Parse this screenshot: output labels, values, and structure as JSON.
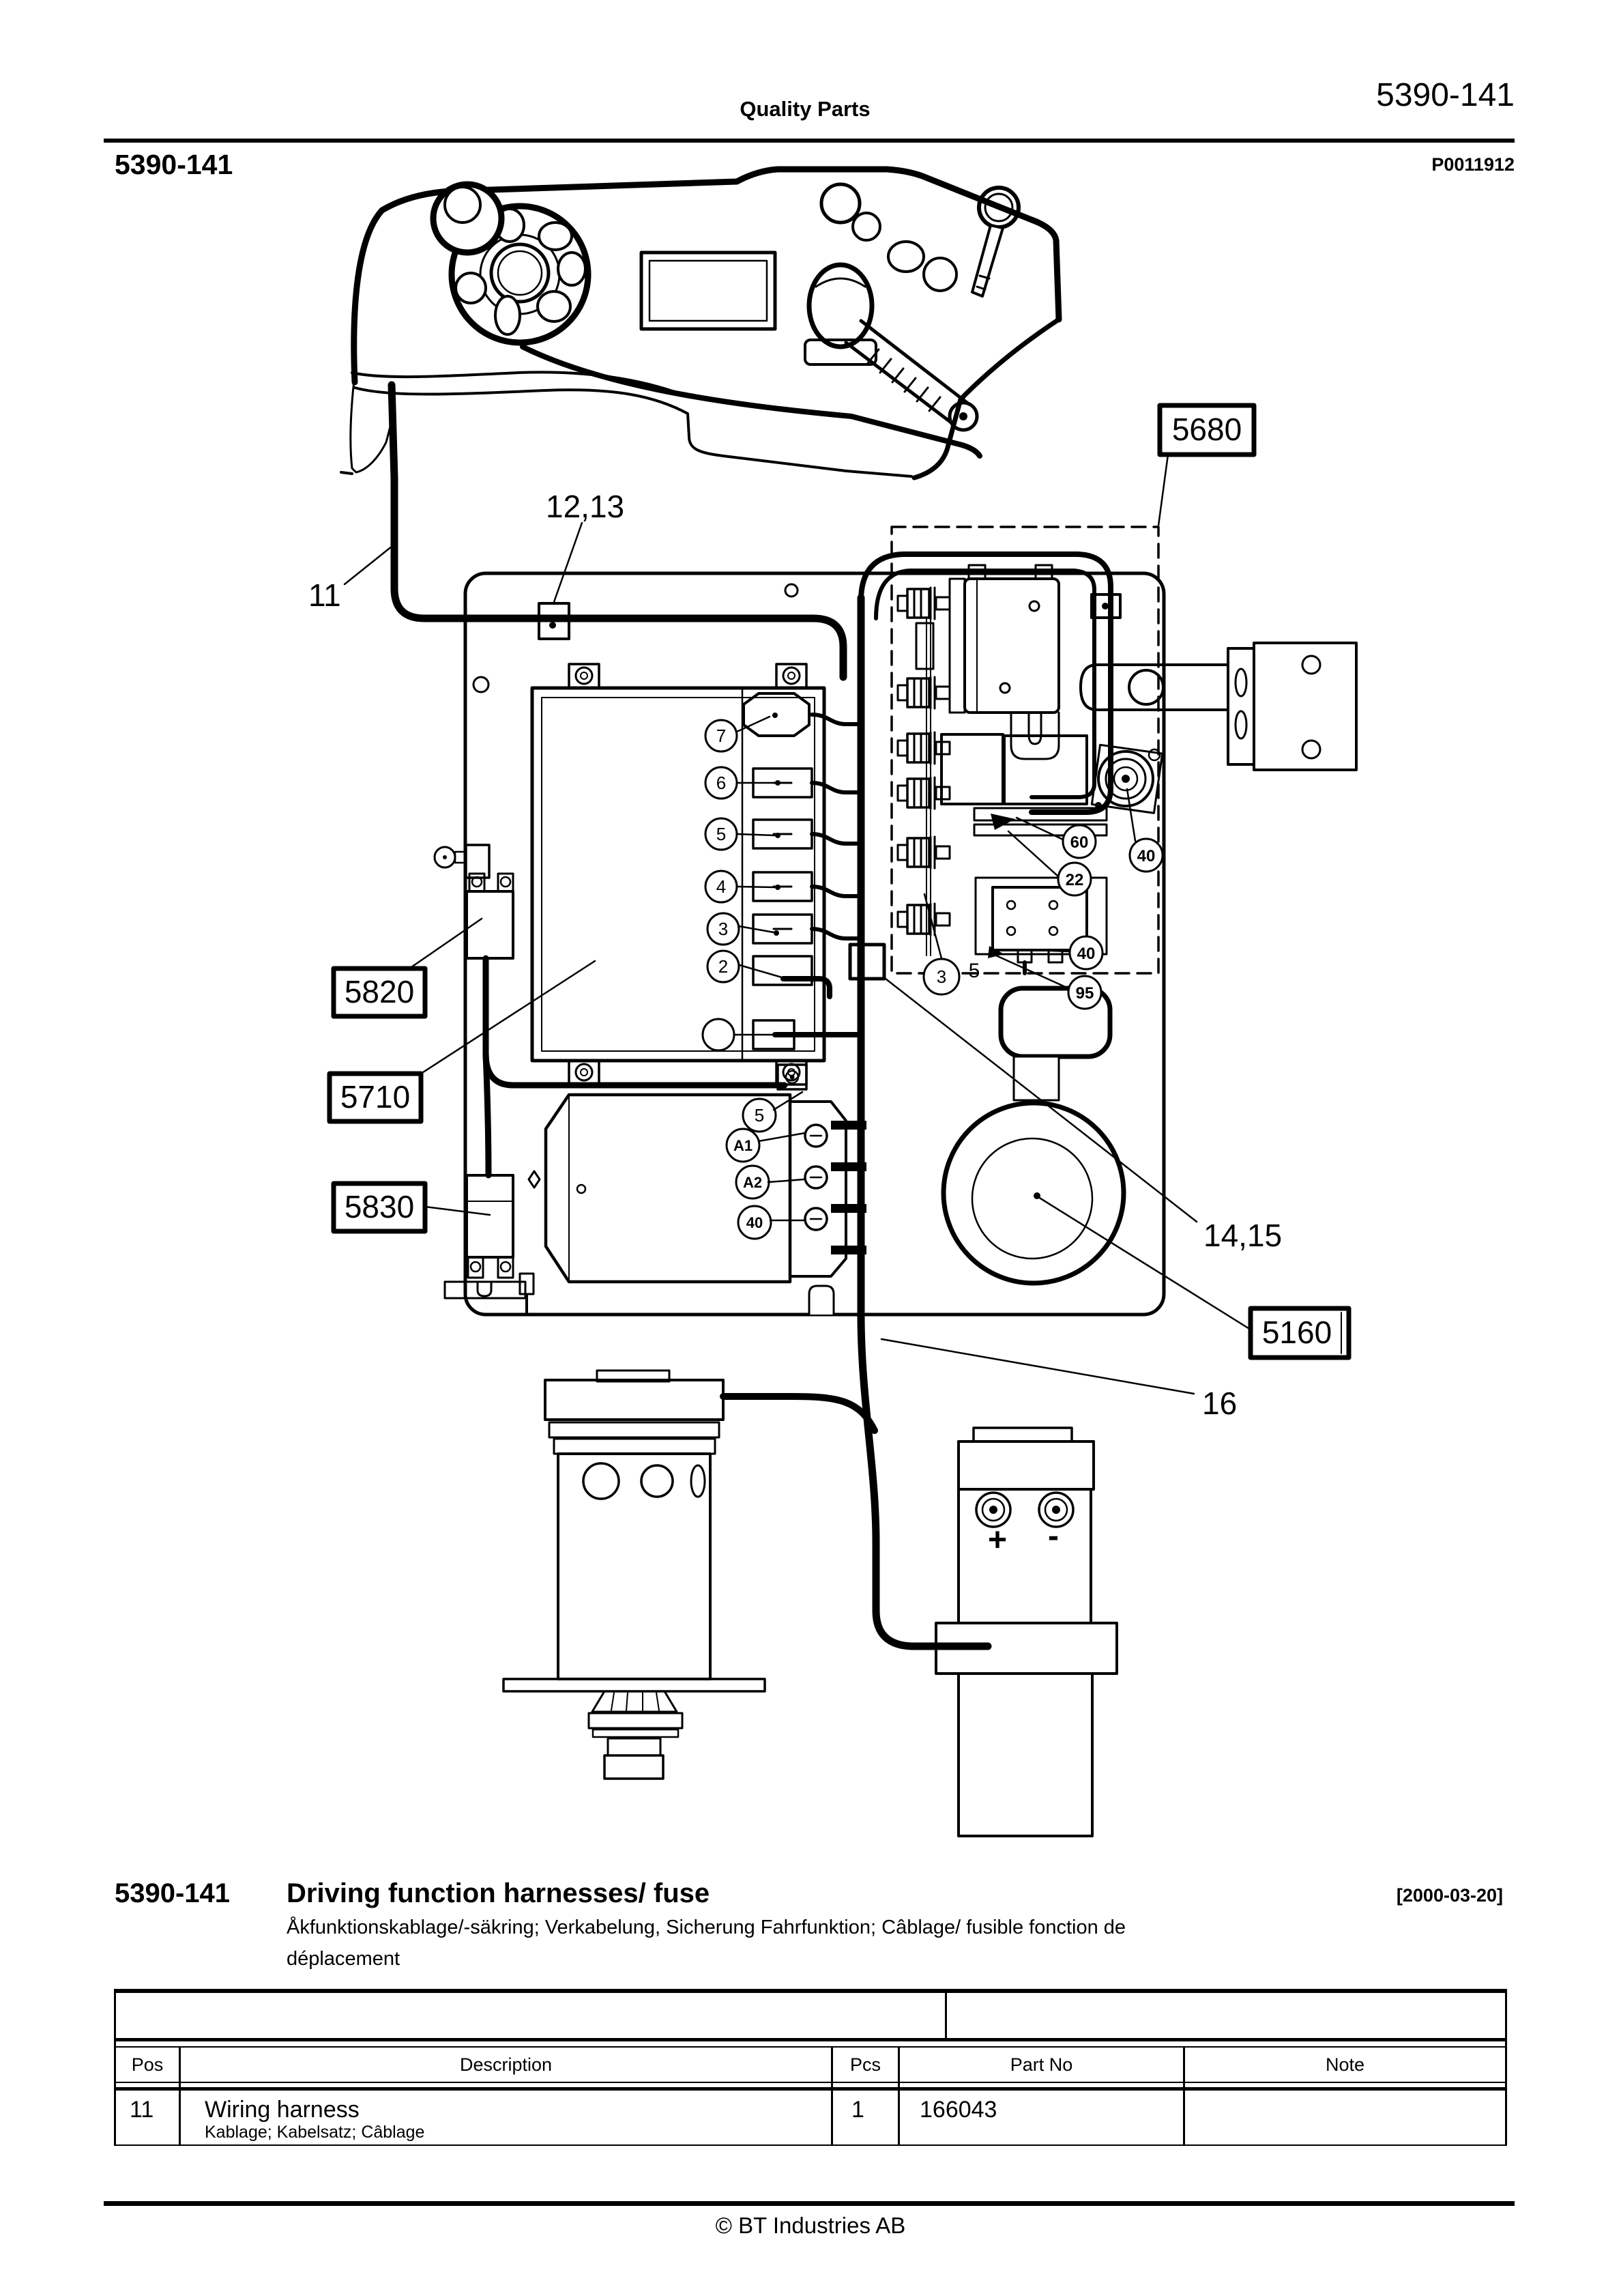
{
  "header": {
    "center_title": "Quality Parts",
    "page_ref_top_right": "5390-141",
    "section_ref_left": "5390-141",
    "doc_code": "P0011912"
  },
  "title_block": {
    "section": "5390-141",
    "title": "Driving function harnesses/ fuse",
    "date": "[2000-03-20]",
    "subtitle_line1": "Åkfunktionskablage/-säkring; Verkabelung, Sicherung Fahrfunktion; Câblage/ fusible fonction de",
    "subtitle_line2": "déplacement"
  },
  "table": {
    "headers": {
      "pos": "Pos",
      "description": "Description",
      "pcs": "Pcs",
      "part_no": "Part No",
      "note": "Note"
    },
    "rows": [
      {
        "pos": "11",
        "description": "Wiring harness",
        "description_alt": "Kablage; Kabelsatz; Câblage",
        "pcs": "1",
        "part_no": "166043",
        "note": ""
      }
    ]
  },
  "footer": {
    "copyright": "© BT Industries AB"
  },
  "diagram": {
    "boxed_labels": {
      "b5680": "5680",
      "b5820": "5820",
      "b5710": "5710",
      "b5830": "5830",
      "b5160": "5160"
    },
    "callouts": {
      "c11": "11",
      "c1213": "12,13",
      "c1415": "14,15",
      "c16": "16"
    },
    "fuse_circles": [
      "7",
      "6",
      "5",
      "4",
      "3",
      "2"
    ],
    "controller_terminals": [
      "5",
      "A1",
      "A2",
      "40"
    ],
    "contactor_labels": {
      "l60": "60",
      "l22": "22",
      "l40a": "40",
      "l40b": "40",
      "l95": "95",
      "l3": "3",
      "l5": "5"
    },
    "battery": {
      "plus": "+",
      "minus": "-"
    }
  }
}
